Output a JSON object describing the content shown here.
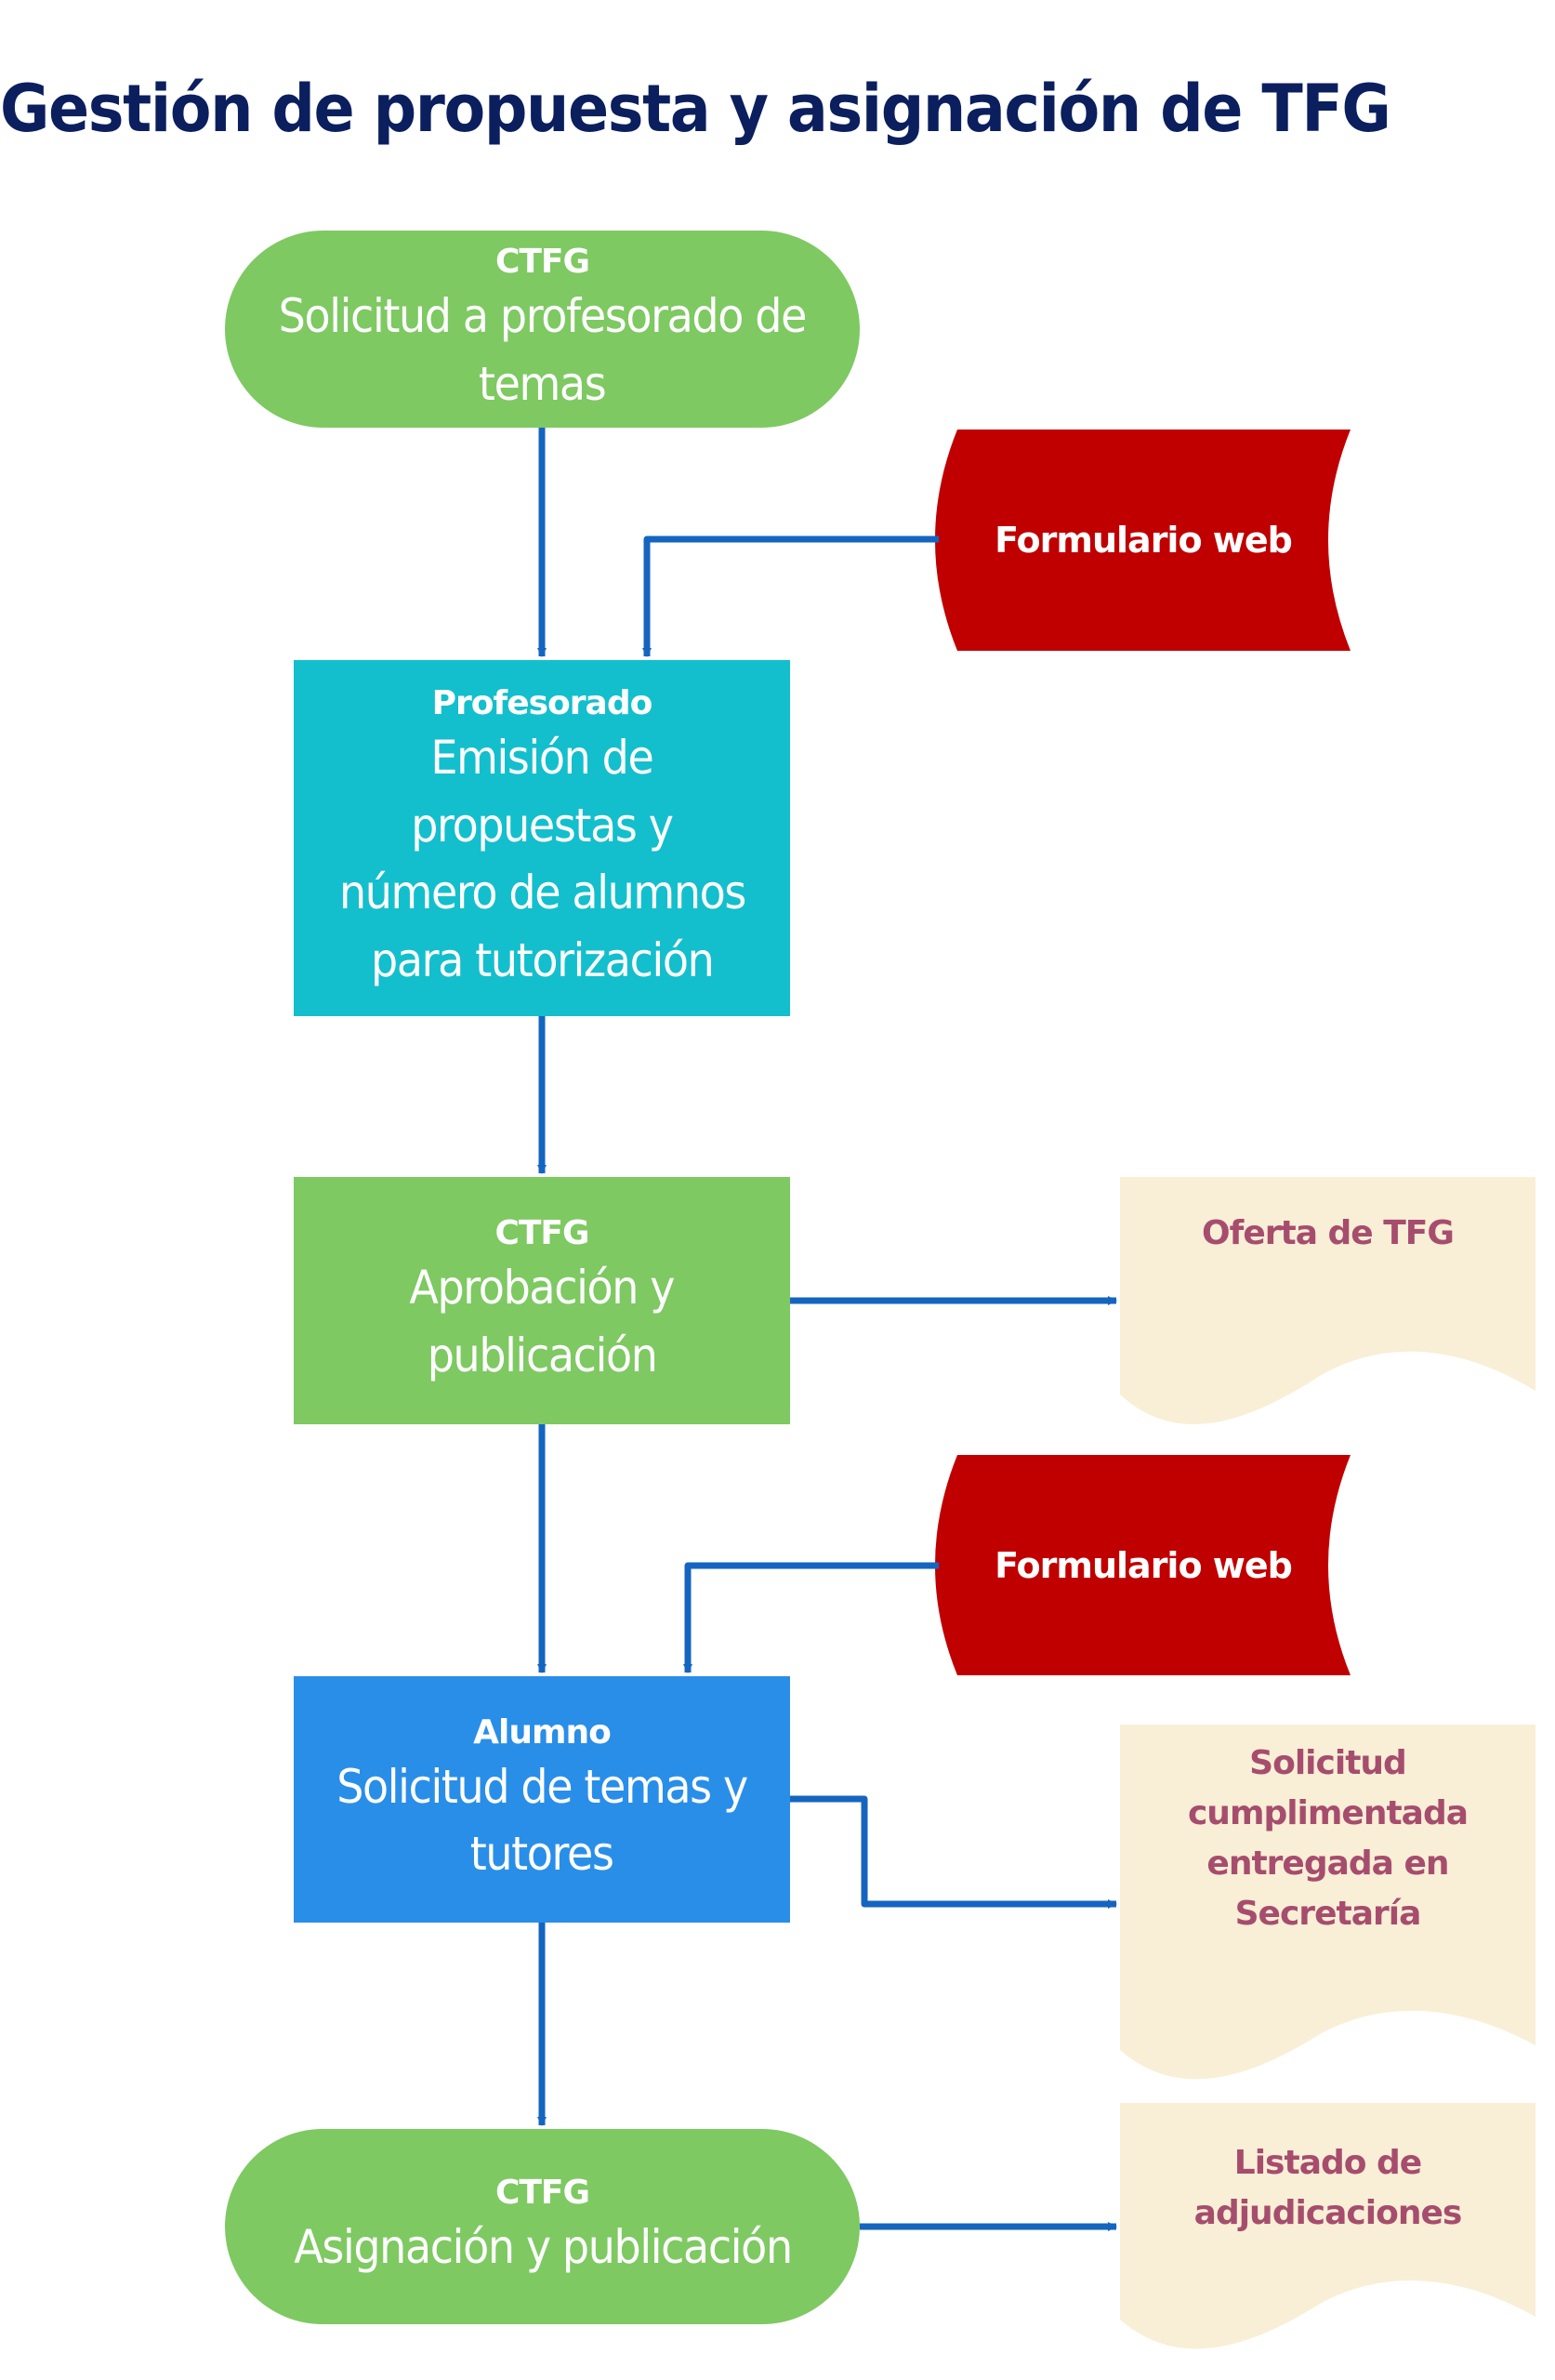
{
  "title": "Gestión de propuesta y asignación de TFG",
  "colors": {
    "title": "#0b1f5e",
    "ctfg_green": "#7ec962",
    "profesorado_teal": "#13bfcc",
    "alumno_blue": "#298ee8",
    "input_red": "#c00000",
    "document_cream": "#f8efd6",
    "document_text": "#a64d6e",
    "connector": "#1565c0"
  },
  "nodes": [
    {
      "id": "start",
      "type": "terminator",
      "actor": "CTFG",
      "task": [
        "Solicitud a profesorado de",
        "temas"
      ]
    },
    {
      "id": "form1",
      "type": "input",
      "label": "Formulario web"
    },
    {
      "id": "profesorado",
      "type": "process",
      "actor": "Profesorado",
      "task": [
        "Emisión de",
        "propuestas y",
        "número de alumnos",
        "para tutorización"
      ]
    },
    {
      "id": "aprobacion",
      "type": "process",
      "actor": "CTFG",
      "task": [
        "Aprobación y",
        "publicación"
      ]
    },
    {
      "id": "oferta",
      "type": "document",
      "label": [
        "Oferta de TFG"
      ]
    },
    {
      "id": "form2",
      "type": "input",
      "label": "Formulario web"
    },
    {
      "id": "alumno",
      "type": "process",
      "actor": "Alumno",
      "task": [
        "Solicitud de temas y",
        "tutores"
      ]
    },
    {
      "id": "solicitud_doc",
      "type": "document",
      "label": [
        "Solicitud",
        "cumplimentada",
        "entregada en",
        "Secretaría"
      ]
    },
    {
      "id": "end",
      "type": "terminator",
      "actor": "CTFG",
      "task": [
        "Asignación y publicación"
      ]
    },
    {
      "id": "listado",
      "type": "document",
      "label": [
        "Listado de",
        "adjudicaciones"
      ]
    }
  ],
  "edges": [
    {
      "from": "start",
      "to": "profesorado"
    },
    {
      "from": "form1",
      "to": "profesorado"
    },
    {
      "from": "profesorado",
      "to": "aprobacion"
    },
    {
      "from": "aprobacion",
      "to": "oferta"
    },
    {
      "from": "aprobacion",
      "to": "alumno"
    },
    {
      "from": "form2",
      "to": "alumno"
    },
    {
      "from": "alumno",
      "to": "solicitud_doc"
    },
    {
      "from": "alumno",
      "to": "end"
    },
    {
      "from": "end",
      "to": "listado"
    }
  ]
}
